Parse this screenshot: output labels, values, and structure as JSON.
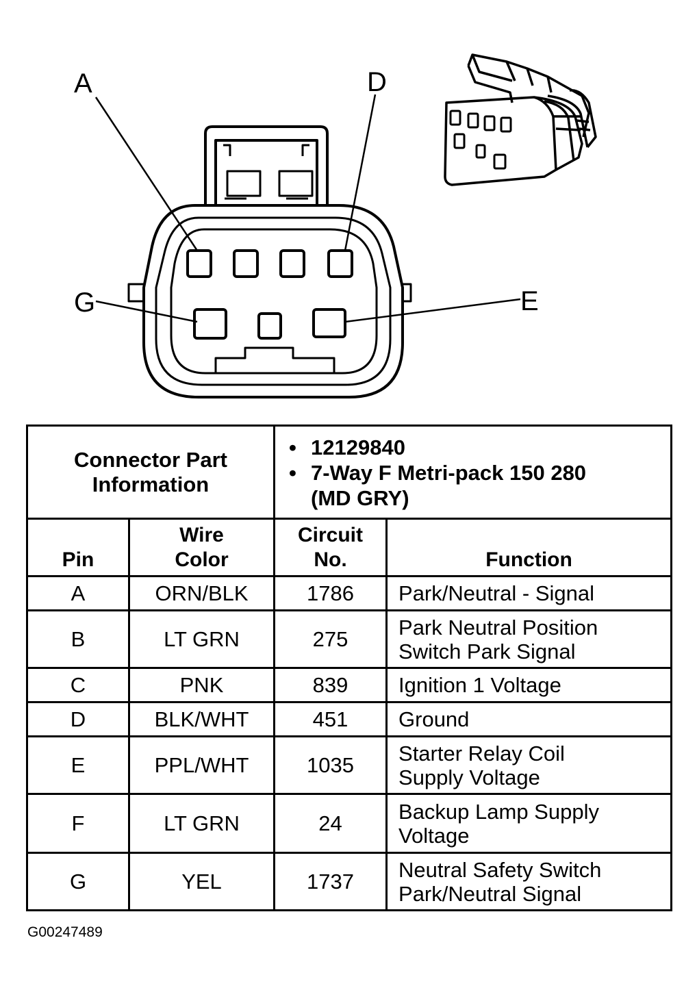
{
  "callouts": {
    "a": "A",
    "d": "D",
    "g": "G",
    "e": "E"
  },
  "table": {
    "connector_label_line1": "Connector Part",
    "connector_label_line2": "Information",
    "part_number": "12129840",
    "connector_type_line1": "7-Way F Metri-pack 150 280",
    "connector_type_line2": "(MD GRY)",
    "headers": {
      "pin": "Pin",
      "wire_line1": "Wire",
      "wire_line2": "Color",
      "circuit_line1": "Circuit",
      "circuit_line2": "No.",
      "function": "Function"
    },
    "rows": [
      {
        "pin": "A",
        "color": "ORN/BLK",
        "circuit": "1786",
        "function_line1": "Park/Neutral - Signal",
        "function_line2": ""
      },
      {
        "pin": "B",
        "color": "LT GRN",
        "circuit": "275",
        "function_line1": "Park Neutral Position",
        "function_line2": "Switch Park Signal"
      },
      {
        "pin": "C",
        "color": "PNK",
        "circuit": "839",
        "function_line1": "Ignition 1 Voltage",
        "function_line2": ""
      },
      {
        "pin": "D",
        "color": "BLK/WHT",
        "circuit": "451",
        "function_line1": "Ground",
        "function_line2": ""
      },
      {
        "pin": "E",
        "color": "PPL/WHT",
        "circuit": "1035",
        "function_line1": "Starter Relay Coil",
        "function_line2": "Supply Voltage"
      },
      {
        "pin": "F",
        "color": "LT GRN",
        "circuit": "24",
        "function_line1": "Backup Lamp Supply",
        "function_line2": "Voltage"
      },
      {
        "pin": "G",
        "color": "YEL",
        "circuit": "1737",
        "function_line1": "Neutral Safety Switch",
        "function_line2": "Park/Neutral Signal"
      }
    ]
  },
  "figure_id": "G00247489"
}
